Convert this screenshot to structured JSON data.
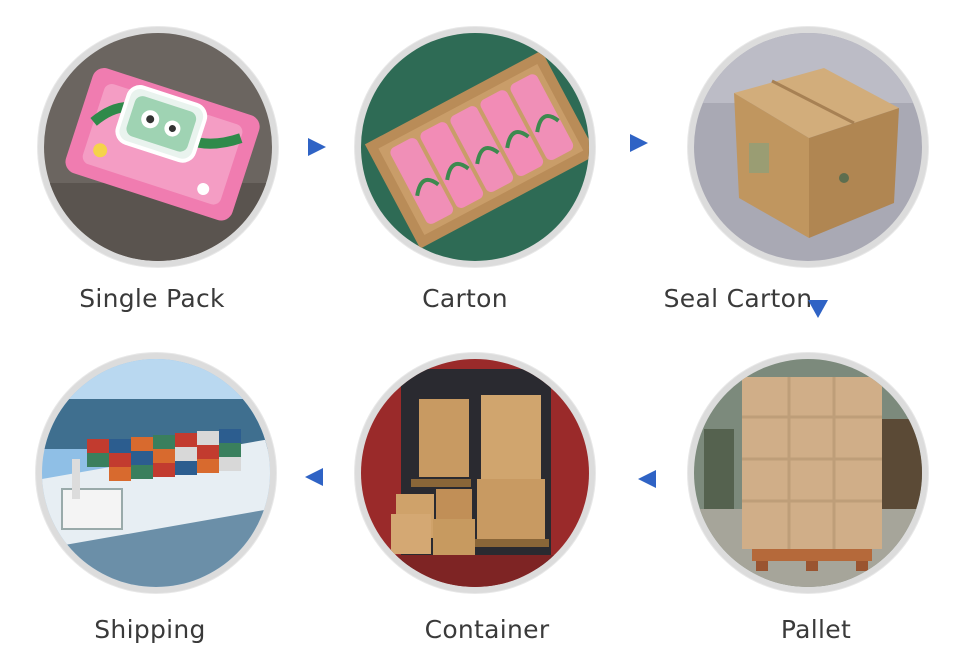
{
  "steps": {
    "single_pack": {
      "label": "Single Pack"
    },
    "carton": {
      "label": "Carton"
    },
    "seal_carton": {
      "label": "Seal Carton"
    },
    "pallet": {
      "label": "Pallet"
    },
    "container": {
      "label": "Container"
    },
    "shipping": {
      "label": "Shipping"
    }
  },
  "colors": {
    "arrow": "#2f63c5",
    "ring": "#dcdcdc",
    "label": "#3a3a3a"
  }
}
